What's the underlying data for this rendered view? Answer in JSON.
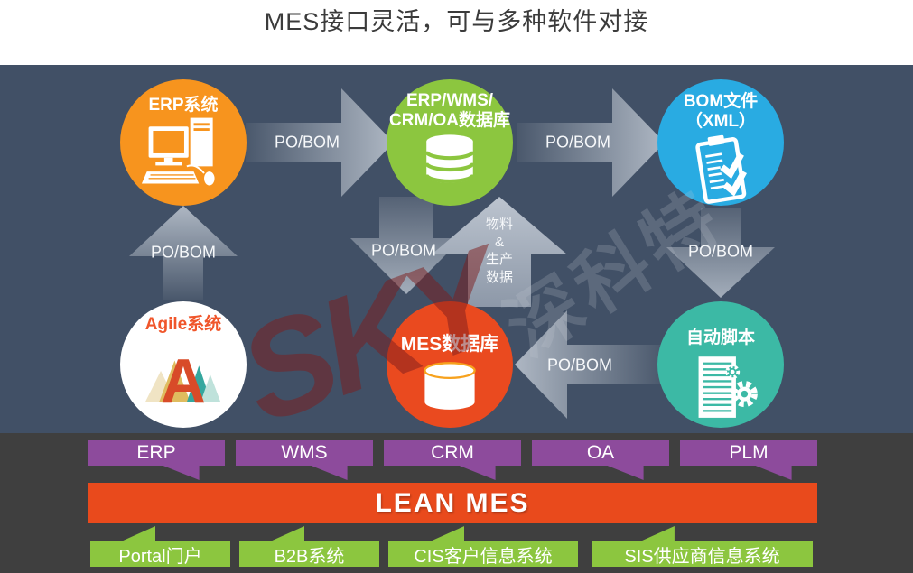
{
  "title": "MES接口灵活，可与多种软件对接",
  "watermark": {
    "brand": "SKY",
    "company": "深科特"
  },
  "nodes": {
    "erp": {
      "label": "ERP系统",
      "color": "#F7941E"
    },
    "db": {
      "label": "ERP/WMS/\nCRM/OA数据库",
      "color": "#8CC63F"
    },
    "bom": {
      "label": "BOM文件\n（XML）",
      "color": "#29ABE2"
    },
    "agile": {
      "label": "Agile系统",
      "color": "#FFFFFF"
    },
    "mes": {
      "label": "MES数据库",
      "color": "#EA4A1F"
    },
    "script": {
      "label": "自动脚本",
      "color": "#3CB9A5"
    }
  },
  "arrows": {
    "erp_to_db": "PO/BOM",
    "db_to_bom": "PO/BOM",
    "agile_to_erp": "PO/BOM",
    "db_to_mes": "PO/BOM",
    "mes_to_db": "物料\n&\n生产\n数据",
    "bom_to_script": "PO/BOM",
    "script_to_mes": "PO/BOM"
  },
  "top_row": [
    {
      "label": "ERP"
    },
    {
      "label": "WMS"
    },
    {
      "label": "CRM"
    },
    {
      "label": "OA"
    },
    {
      "label": "PLM"
    }
  ],
  "lean_bar": {
    "label": "LEAN MES"
  },
  "bottom_row": [
    {
      "label": "Portal门户"
    },
    {
      "label": "B2B系统"
    },
    {
      "label": "CIS客户信息系统"
    },
    {
      "label": "SIS供应商信息系统"
    }
  ],
  "colors": {
    "diagram_background": "#415066",
    "bottom_band": "#3F3F3F",
    "purple_box": "#8D4B9C",
    "lean_bar": "#E94A1C",
    "green_box": "#8CC63F",
    "arrow_dark": "#4A586C",
    "arrow_light": "#AEB7C3",
    "title_text": "#3B3B3B"
  }
}
